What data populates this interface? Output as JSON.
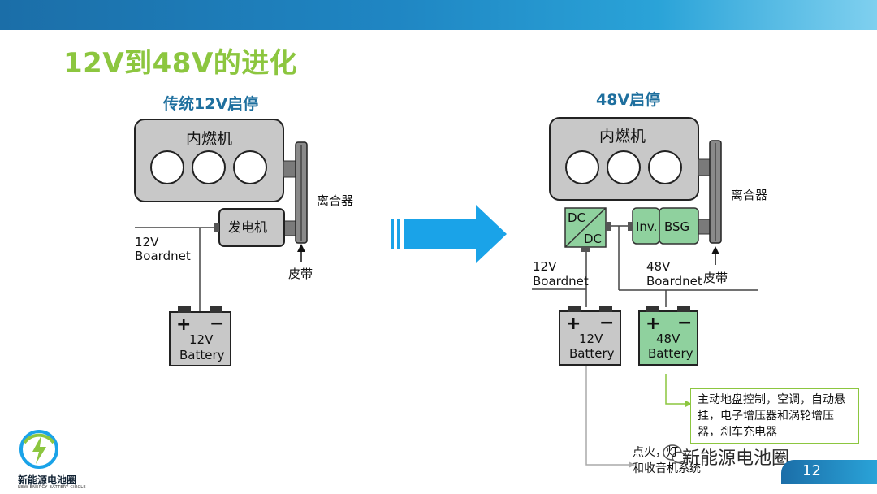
{
  "slide": {
    "title": "12V到48V的进化",
    "page_number": "12"
  },
  "left": {
    "heading": "传统12V启停",
    "engine_label": "内燃机",
    "generator_label": "发电机",
    "clutch_label": "离合器",
    "belt_label": "皮带",
    "boardnet_label_1": "12V",
    "boardnet_label_2": "Boardnet",
    "battery_line1": "12V",
    "battery_line2": "Battery"
  },
  "right": {
    "heading": "48V启停",
    "engine_label": "内燃机",
    "clutch_label": "离合器",
    "belt_label": "皮带",
    "dcdc_top": "DC",
    "dcdc_bottom": "DC",
    "inv_label": "Inv.",
    "bsg_label": "BSG",
    "boardnet12_line1": "12V",
    "boardnet12_line2": "Boardnet",
    "boardnet48_line1": "48V",
    "boardnet48_line2": "Boardnet",
    "battery12_line1": "12V",
    "battery12_line2": "Battery",
    "battery48_line1": "48V",
    "battery48_line2": "Battery",
    "note_48v": "主动地盘控制，空调，自动悬挂，电子增压器和涡轮增压器，刹车充电器",
    "note_12v_line1": "点火，灯",
    "note_12v_line2": "和收音机系统"
  },
  "branding": {
    "logo_text": "新能源电池圈",
    "logo_sub": "NEW ENERGY BATTERY CIRCLE",
    "watermark": "新能源电池圈"
  },
  "colors": {
    "accent_green": "#8cc63f",
    "heading_blue": "#1e6f9e",
    "arrow_blue": "#1aa3e8",
    "box_gray": "#c8c8c8",
    "box_green": "#8fd19e"
  }
}
